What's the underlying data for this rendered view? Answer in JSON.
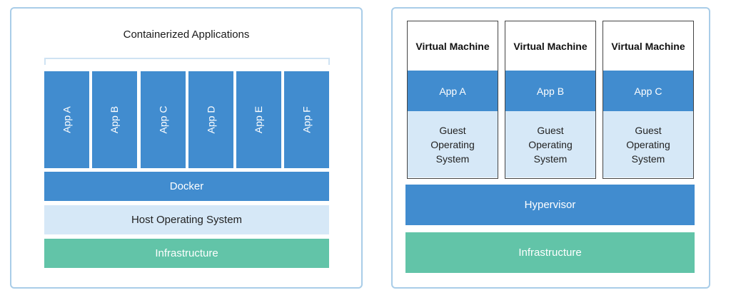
{
  "containers": {
    "title": "Containerized Applications",
    "apps": [
      "App A",
      "App B",
      "App C",
      "App D",
      "App E",
      "App F"
    ],
    "docker": "Docker",
    "host_os": "Host Operating System",
    "infrastructure": "Infrastructure"
  },
  "vms": {
    "machines": [
      {
        "title": "Virtual Machine",
        "app": "App A",
        "guest_os": "Guest\nOperating\nSystem"
      },
      {
        "title": "Virtual Machine",
        "app": "App B",
        "guest_os": "Guest\nOperating\nSystem"
      },
      {
        "title": "Virtual Machine",
        "app": "App C",
        "guest_os": "Guest\nOperating\nSystem"
      }
    ],
    "hypervisor": "Hypervisor",
    "infrastructure": "Infrastructure"
  },
  "colors": {
    "border": "#a9cde8",
    "blue": "#418ccf",
    "light_blue": "#d6e8f7",
    "green": "#62c4a8"
  }
}
